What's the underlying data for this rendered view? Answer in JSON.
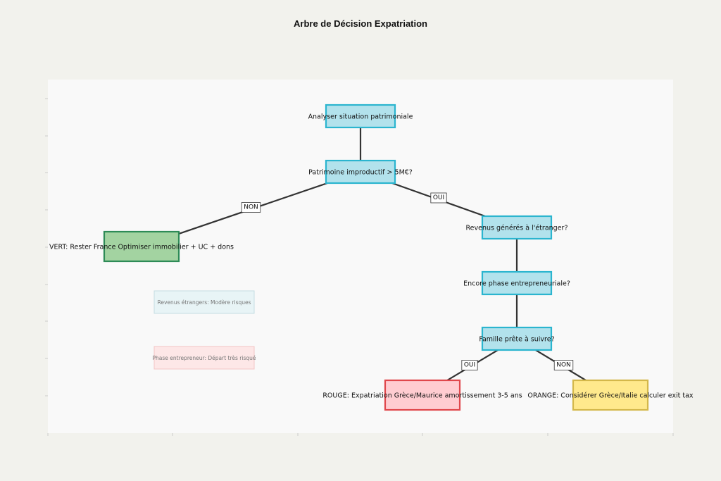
{
  "title": "Arbre de Décision Expatriation",
  "colors": {
    "decision_fill": "#b2e2ec",
    "decision_border": "#2bb5cf",
    "green_fill": "#a3d3a1",
    "green_border": "#2e8b57",
    "red_fill": "#ffccd1",
    "red_border": "#e0474c",
    "yellow_fill": "#ffe98c",
    "yellow_border": "#d4b84a",
    "arrow": "#333333"
  },
  "nodes": [
    {
      "id": "analyse",
      "label": "Analyser situation patrimoniale",
      "kind": "decision"
    },
    {
      "id": "patrimoine",
      "label": "Patrimoine improductif > 5M€?",
      "kind": "decision"
    },
    {
      "id": "vert",
      "label": "VERT: Rester France Optimiser immobilier + UC + dons",
      "kind": "green"
    },
    {
      "id": "revenus",
      "label": "Revenus générés à l'étranger?",
      "kind": "decision"
    },
    {
      "id": "phase",
      "label": "Encore phase entrepreneuriale?",
      "kind": "decision"
    },
    {
      "id": "famille",
      "label": "Famille prête à suivre?",
      "kind": "decision"
    },
    {
      "id": "rouge",
      "label": "ROUGE: Expatriation Grèce/Maurice amortissement 3-5 ans",
      "kind": "red"
    },
    {
      "id": "orange",
      "label": "ORANGE: Considérer Grèce/Italie calculer exit tax",
      "kind": "yellow"
    }
  ],
  "edges": [
    {
      "from": "analyse",
      "to": "patrimoine",
      "label": ""
    },
    {
      "from": "patrimoine",
      "to": "vert",
      "label": "NON"
    },
    {
      "from": "patrimoine",
      "to": "revenus",
      "label": "OUI"
    },
    {
      "from": "revenus",
      "to": "phase",
      "label": ""
    },
    {
      "from": "phase",
      "to": "famille",
      "label": ""
    },
    {
      "from": "famille",
      "to": "rouge",
      "label": "OUI"
    },
    {
      "from": "famille",
      "to": "orange",
      "label": "NON"
    }
  ],
  "notes": [
    {
      "id": "note-revenus",
      "text": "Revenus étrangers: Modère risques",
      "fill": "#e8f4f6",
      "border": "#c5dde2"
    },
    {
      "id": "note-phase",
      "text": "Phase entrepreneur: Départ très risqué",
      "fill": "#fde7e7",
      "border": "#f2c5c5"
    }
  ]
}
